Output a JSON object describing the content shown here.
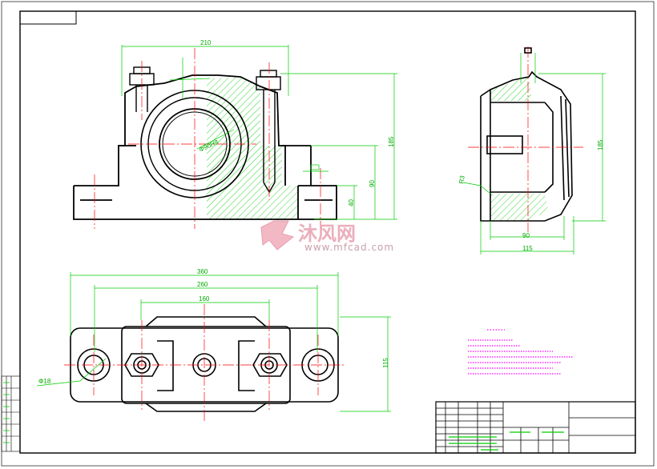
{
  "drawing": {
    "watermark": {
      "brand": "沐风网",
      "url": "www.mfcad.com"
    },
    "front_view": {
      "dims": {
        "width": "210",
        "height": "185",
        "center_height": "90",
        "base": "40",
        "bore": "Φ90H8"
      }
    },
    "side_view": {
      "dims": {
        "height": "185",
        "inner": "90",
        "outer": "115",
        "label": "R3"
      }
    },
    "top_view": {
      "dims": {
        "overall": "360",
        "bolt_span": "260",
        "center": "160",
        "depth": "115",
        "hole": "Φ18"
      }
    },
    "colors": {
      "outline": "#000000",
      "dimension": "#00cc00",
      "center": "#ff0000",
      "hatch": "#00cc00",
      "note": "#ff00ff"
    }
  }
}
